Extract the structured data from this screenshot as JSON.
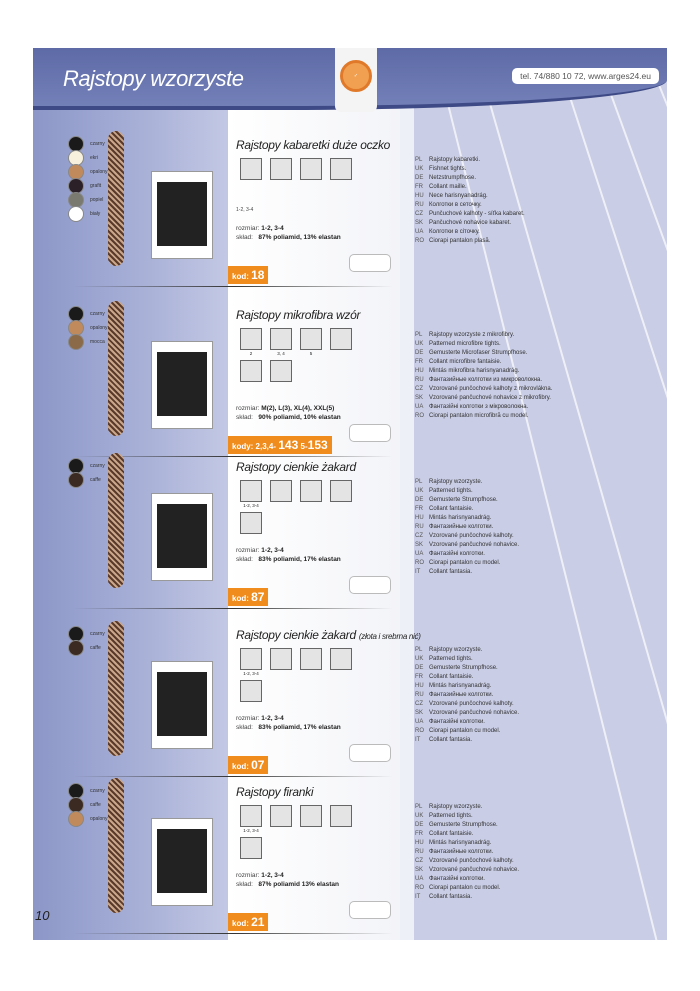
{
  "header": {
    "title": "Rajstopy wzorzyste",
    "contact": "tel. 74/880 10 72, www.arges24.eu"
  },
  "page_number": "10",
  "labels": {
    "size": "rozmiar:",
    "composition": "skład:"
  },
  "colors": {
    "accent": "#f08c1e",
    "header": "#6572ae"
  },
  "products": [
    {
      "name": "Rajstopy kabaretki duże oczko",
      "name_note": "",
      "swatches": [
        {
          "label": "czarny",
          "color": "#1a1a1a"
        },
        {
          "label": "ekri",
          "color": "#f6f0dc"
        },
        {
          "label": "opalony",
          "color": "#c08a5c"
        },
        {
          "label": "grafit",
          "color": "#2c2028"
        },
        {
          "label": "popiel",
          "color": "#7a7a70"
        },
        {
          "label": "biały",
          "color": "#ffffff"
        }
      ],
      "icons": [
        {
          "name": "panty-icon",
          "label": ""
        },
        {
          "name": "seam-icon",
          "label": ""
        },
        {
          "name": "foot-icon",
          "label": ""
        },
        {
          "name": "waistband-icon",
          "label": ""
        }
      ],
      "icon_caption": "1-2, 3-4",
      "size": "1-2, 3-4",
      "composition": "87% poliamid, 13% elastan",
      "kod_label": "kod:",
      "kod": "18",
      "kod2_prefix": "",
      "kod2": "",
      "langs": [
        [
          "PL",
          "Rajstopy kabaretki."
        ],
        [
          "UK",
          "Fishnet tights."
        ],
        [
          "DE",
          "Netzstrumpfhose."
        ],
        [
          "FR",
          "Collant maille."
        ],
        [
          "HU",
          "Nece harisnyanadrág."
        ],
        [
          "RU",
          "Колготки в сеточку."
        ],
        [
          "CZ",
          "Punčuchové kalhoty - síťka kabaret."
        ],
        [
          "SK",
          "Pančuchové nohavice kabaret."
        ],
        [
          "UA",
          "Колготки в сіточку."
        ],
        [
          "RO",
          "Ciorapi pantalon plasă."
        ]
      ]
    },
    {
      "name": "Rajstopy mikrofibra wzór",
      "name_note": "",
      "swatches": [
        {
          "label": "czarny",
          "color": "#1a1a1a"
        },
        {
          "label": "opalony",
          "color": "#c08a5c"
        },
        {
          "label": "mocca",
          "color": "#8a6a48"
        }
      ],
      "icons": [
        {
          "name": "panty-icon",
          "label": "2"
        },
        {
          "name": "panty-icon",
          "label": "3, 4"
        },
        {
          "name": "panty-dark-icon",
          "label": "5"
        },
        {
          "name": "foot-icon",
          "label": ""
        },
        {
          "name": "seam-icon",
          "label": ""
        },
        {
          "name": "legs-icon",
          "label": ""
        }
      ],
      "icon_caption": "",
      "size": "M(2), L(3), XL(4), XXL(5)",
      "composition": "90% poliamid, 10% elastan",
      "kod_label": "kody: 2,3,4-",
      "kod": "143",
      "kod2_prefix": "5-",
      "kod2": "153",
      "langs": [
        [
          "PL",
          "Rajstopy wzorzyste z mikrofibry."
        ],
        [
          "UK",
          "Patterned microfibre tights."
        ],
        [
          "DE",
          "Gemusterte Microfaser Strumpfhose."
        ],
        [
          "FR",
          "Collant microfibre fantaisie."
        ],
        [
          "HU",
          "Mintás mikrofibra harisnyanadrág."
        ],
        [
          "RU",
          "Фантазийные колготки из микроволокна."
        ],
        [
          "CZ",
          "Vzorované punčochové kalhoty z mikrovlákna."
        ],
        [
          "SK",
          "Vzorované pančuchové nohavice z mikrofibry."
        ],
        [
          "UA",
          "Фантазійні колготки з мікроволокна."
        ],
        [
          "RO",
          "Ciorapi pantalon microfibră cu model."
        ]
      ]
    },
    {
      "name": "Rajstopy cienkie żakard",
      "name_note": "",
      "swatches": [
        {
          "label": "czarny",
          "color": "#1a1a1a"
        },
        {
          "label": "caffe",
          "color": "#3a2a22"
        }
      ],
      "icons": [
        {
          "name": "panty-icon",
          "label": "1-2, 3-4"
        },
        {
          "name": "foot-icon",
          "label": ""
        },
        {
          "name": "waistband-icon",
          "label": ""
        },
        {
          "name": "seam-icon",
          "label": ""
        },
        {
          "name": "legs-icon",
          "label": ""
        }
      ],
      "icon_caption": "",
      "size": "1-2, 3-4",
      "composition": "83% poliamid, 17% elastan",
      "kod_label": "kod:",
      "kod": "87",
      "kod2_prefix": "",
      "kod2": "",
      "langs": [
        [
          "PL",
          "Rajstopy wzorzyste."
        ],
        [
          "UK",
          "Patterned tights."
        ],
        [
          "DE",
          "Gemusterte Strumpfhose."
        ],
        [
          "FR",
          "Collant fantaisie."
        ],
        [
          "HU",
          "Mintás harisnyanadrág."
        ],
        [
          "RU",
          "Фантазийные колготки."
        ],
        [
          "CZ",
          "Vzorované punčochové kalhoty."
        ],
        [
          "SK",
          "Vzorované pančuchové nohavice."
        ],
        [
          "UA",
          "Фантазійні колготки."
        ],
        [
          "RO",
          "Ciorapi pantalon cu model."
        ],
        [
          "IT",
          "Collant fantasia."
        ]
      ]
    },
    {
      "name": "Rajstopy cienkie żakard",
      "name_note": "(złota i srebrna nić)",
      "swatches": [
        {
          "label": "czarny",
          "color": "#1a1a1a"
        },
        {
          "label": "caffe",
          "color": "#3a2a22"
        }
      ],
      "icons": [
        {
          "name": "panty-icon",
          "label": "1-2, 3-4"
        },
        {
          "name": "foot-icon",
          "label": ""
        },
        {
          "name": "waistband-icon",
          "label": ""
        },
        {
          "name": "seam-icon",
          "label": ""
        },
        {
          "name": "legs-icon",
          "label": ""
        }
      ],
      "icon_caption": "",
      "size": "1-2, 3-4",
      "composition": "83% poliamid, 17% elastan",
      "kod_label": "kod:",
      "kod": "07",
      "kod2_prefix": "",
      "kod2": "",
      "langs": [
        [
          "PL",
          "Rajstopy wzorzyste."
        ],
        [
          "UK",
          "Patterned tights."
        ],
        [
          "DE",
          "Gemusterte Strumpfhose."
        ],
        [
          "FR",
          "Collant fantaisie."
        ],
        [
          "HU",
          "Mintás harisnyanadrág."
        ],
        [
          "RU",
          "Фантазийные колготки."
        ],
        [
          "CZ",
          "Vzorované punčochové kalhoty."
        ],
        [
          "SK",
          "Vzorované pančuchové nohavice."
        ],
        [
          "UA",
          "Фантазійні колготки."
        ],
        [
          "RO",
          "Ciorapi pantalon cu model."
        ],
        [
          "IT",
          "Collant fantasia."
        ]
      ]
    },
    {
      "name": "Rajstopy firanki",
      "name_note": "",
      "swatches": [
        {
          "label": "czarny",
          "color": "#1a1a1a"
        },
        {
          "label": "caffe",
          "color": "#3a2a22"
        },
        {
          "label": "opalony",
          "color": "#c08a5c"
        }
      ],
      "icons": [
        {
          "name": "panty-icon",
          "label": "1-2, 3-4"
        },
        {
          "name": "waistband-icon",
          "label": ""
        },
        {
          "name": "foot-icon",
          "label": ""
        },
        {
          "name": "seam-icon",
          "label": ""
        },
        {
          "name": "legs-icon",
          "label": ""
        }
      ],
      "icon_caption": "",
      "size": "1-2, 3-4",
      "composition": "87% poliamid 13% elastan",
      "kod_label": "kod:",
      "kod": "21",
      "kod2_prefix": "",
      "kod2": "",
      "langs": [
        [
          "PL",
          "Rajstopy wzorzyste."
        ],
        [
          "UK",
          "Patterned tights."
        ],
        [
          "DE",
          "Gemusterte Strumpfhose."
        ],
        [
          "FR",
          "Collant fantaisie."
        ],
        [
          "HU",
          "Mintás harisnyanadrág."
        ],
        [
          "RU",
          "Фантазийные колготки."
        ],
        [
          "CZ",
          "Vzorované punčochové kalhoty."
        ],
        [
          "SK",
          "Vzorované pančuchové nohavice."
        ],
        [
          "UA",
          "Фантазійні колготки."
        ],
        [
          "RO",
          "Ciorapi pantalon cu model."
        ],
        [
          "IT",
          "Collant fantasia."
        ]
      ]
    }
  ]
}
